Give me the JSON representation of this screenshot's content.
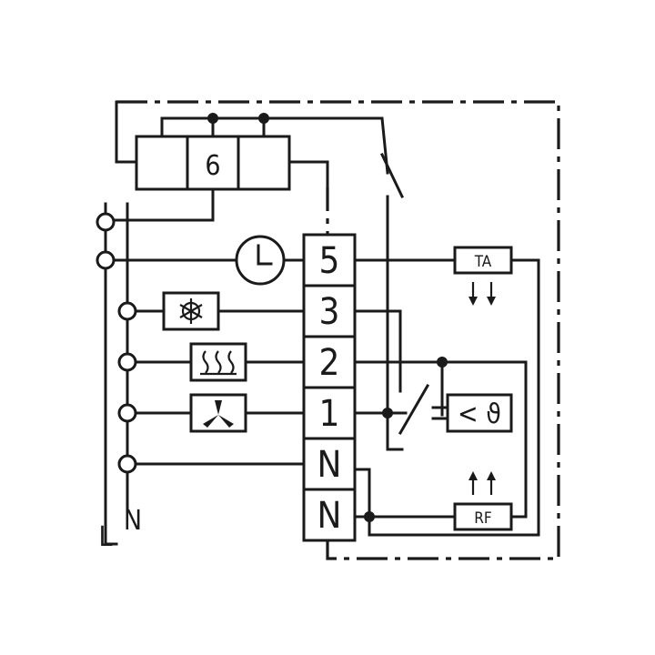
{
  "relay": {
    "label": "6"
  },
  "terminals": {
    "t5": "5",
    "t3": "3",
    "t2": "2",
    "t1": "1",
    "tn1": "N",
    "tn2": "N"
  },
  "supply": {
    "line": "L",
    "neutral": "N"
  },
  "components": {
    "ta_label": "TA",
    "rf_label": "RF",
    "temp_symbol": "< ϑ"
  },
  "icons": {
    "clock": "clock-icon",
    "snowflake": "snowflake-icon",
    "heater": "heater-icon",
    "fan": "fan-icon"
  }
}
